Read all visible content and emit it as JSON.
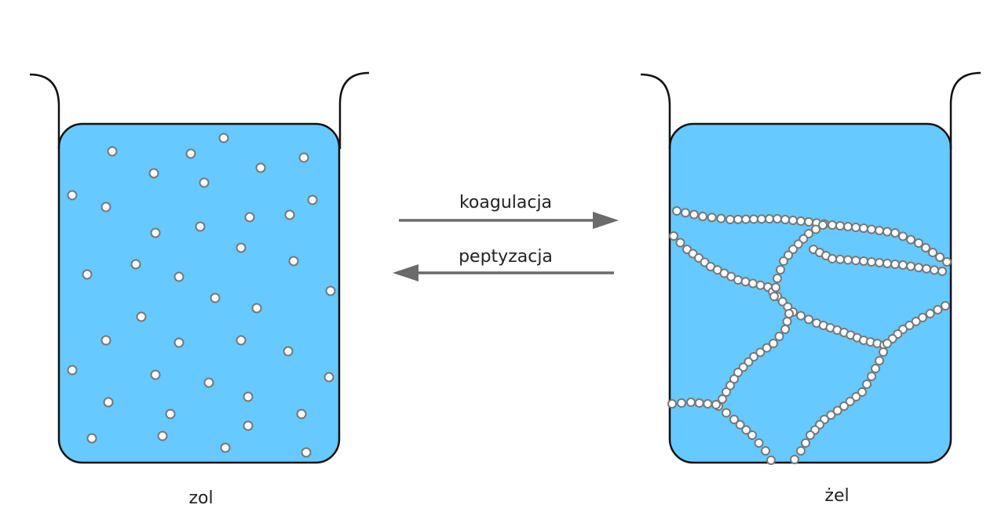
{
  "labels": {
    "left_beaker": "zol",
    "right_beaker": "żel",
    "forward_arrow": "koagulacja",
    "reverse_arrow": "peptyzacja"
  },
  "colors": {
    "liquid": "#66c9ff",
    "outline": "#111111",
    "particle_fill": "#ffffff",
    "particle_stroke": "#777777",
    "arrow": "#6b6b6b"
  }
}
